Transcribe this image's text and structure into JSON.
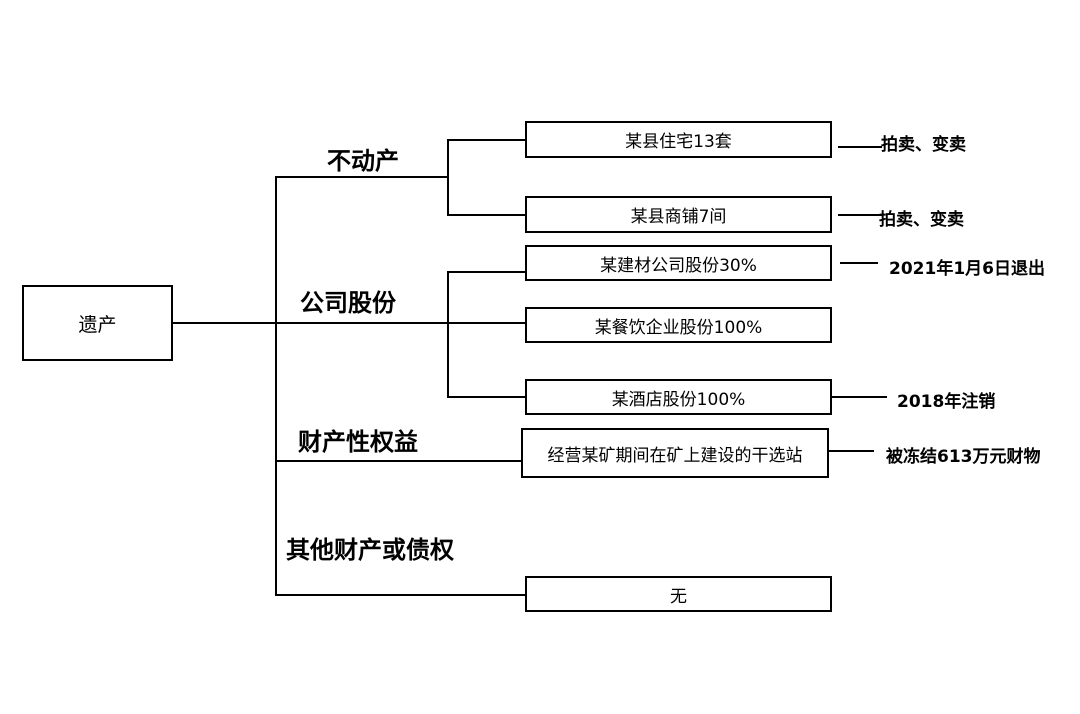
{
  "root": {
    "label": "遗产"
  },
  "categories": {
    "real_estate": "不动产",
    "shares": "公司股份",
    "property_rights": "财产性权益",
    "other": "其他财产或债权"
  },
  "items": {
    "housing": "某县住宅13套",
    "shops": "某县商铺7间",
    "building_material": "某建材公司股份30%",
    "catering": "某餐饮企业股份100%",
    "hotel": "某酒店股份100%",
    "mine_station": "经营某矿期间在矿上建设的干选站",
    "none": "无"
  },
  "notes": {
    "housing": "拍卖、变卖",
    "shops": "拍卖、变卖",
    "building_material": "2021年1月6日退出",
    "hotel": "2018年注销",
    "mine_station": "被冻结613万元财物"
  }
}
